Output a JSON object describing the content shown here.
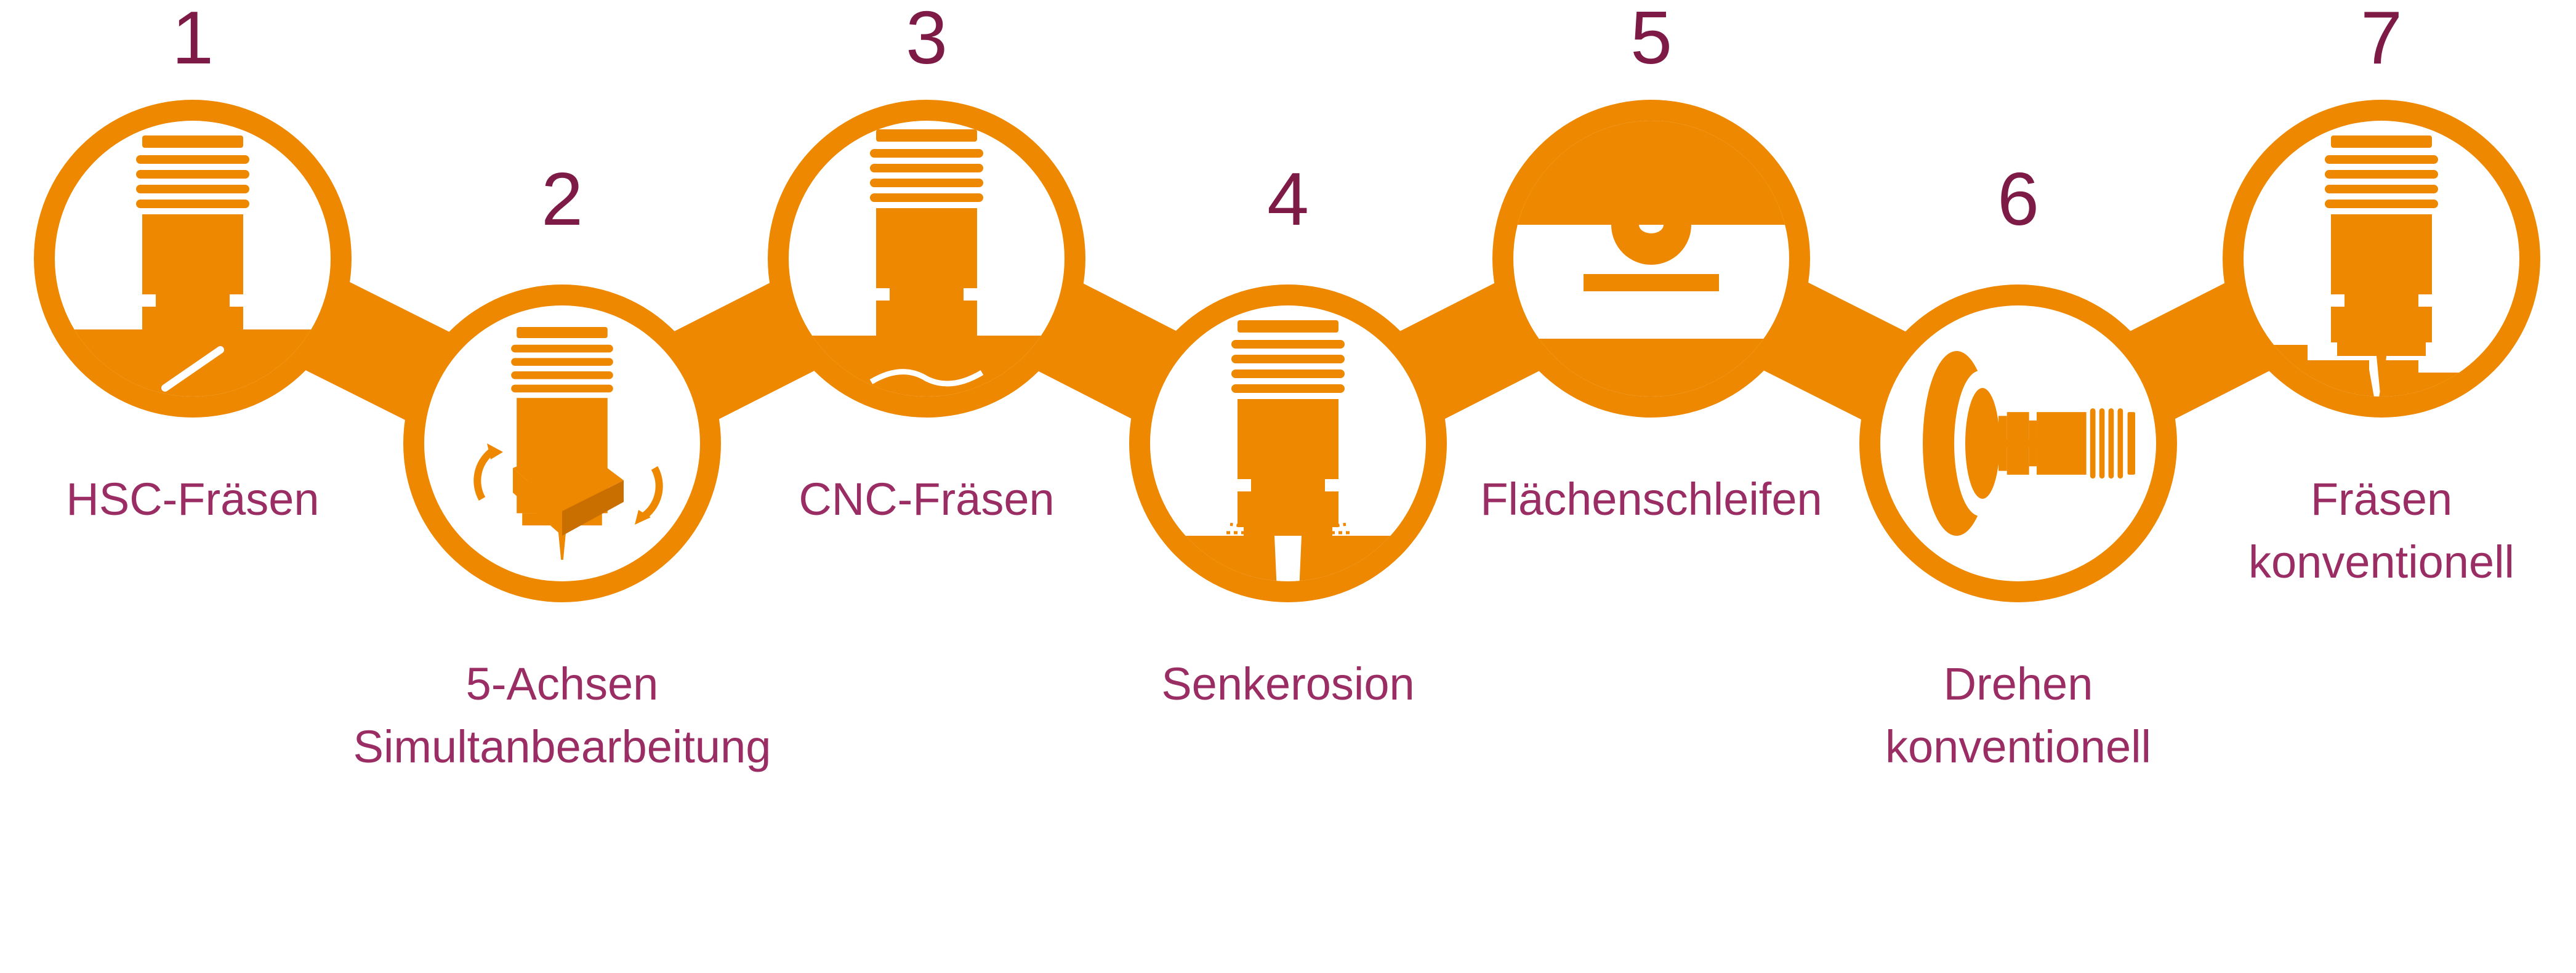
{
  "colors": {
    "orange": "#ee8800",
    "number": "#7e1a46",
    "label": "#9a2d63"
  },
  "steps": [
    {
      "number": "1",
      "lines": [
        "HSC-Fräsen"
      ],
      "icon": "hsc-milling-icon"
    },
    {
      "number": "2",
      "lines": [
        "5-Achsen",
        "Simultanbearbeitung"
      ],
      "icon": "five-axis-machining-icon"
    },
    {
      "number": "3",
      "lines": [
        "CNC-Fräsen"
      ],
      "icon": "cnc-milling-icon"
    },
    {
      "number": "4",
      "lines": [
        "Senkerosion"
      ],
      "icon": "sinker-edm-icon"
    },
    {
      "number": "5",
      "lines": [
        "Flächenschleifen"
      ],
      "icon": "surface-grinding-icon"
    },
    {
      "number": "6",
      "lines": [
        "Drehen",
        "konventionell"
      ],
      "icon": "conventional-turning-icon"
    },
    {
      "number": "7",
      "lines": [
        "Fräsen",
        "konventionell"
      ],
      "icon": "conventional-milling-icon"
    }
  ]
}
